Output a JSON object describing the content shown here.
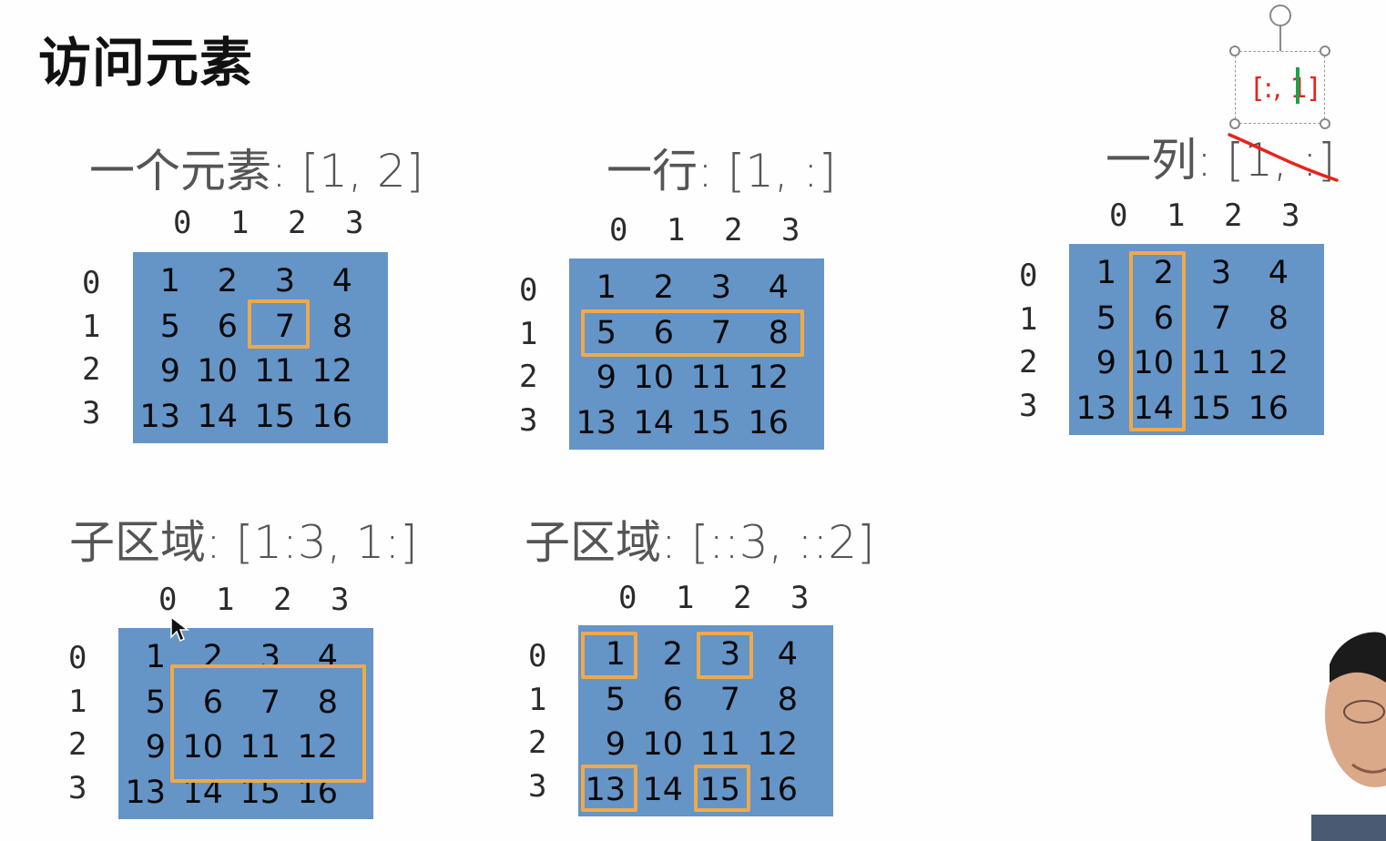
{
  "slide": {
    "title": "访问元素"
  },
  "colors": {
    "grid": "#6594c7",
    "highlight": "#f0a94a",
    "annotation": "#e8231a",
    "caret": "#1aa34a"
  },
  "index_labels": [
    "0",
    "1",
    "2",
    "3"
  ],
  "matrix": [
    [
      "1",
      "2",
      "3",
      "4"
    ],
    [
      "5",
      "6",
      "7",
      "8"
    ],
    [
      "9",
      "10",
      "11",
      "12"
    ],
    [
      "13",
      "14",
      "15",
      "16"
    ]
  ],
  "examples": [
    {
      "label": "一个元素: [1, 2]"
    },
    {
      "label": "一行: [1, :]"
    },
    {
      "label": "一列: [1, :]"
    },
    {
      "label": "子区域: [1:3, 1:]"
    },
    {
      "label": "子区域: [::3, ::2]"
    }
  ],
  "annotation": {
    "textbox_text": "[:, 1]",
    "icon": "red-strikethrough"
  },
  "overlays": {
    "cursor_icon": "mouse-pointer-icon",
    "presenter": "presenter-video-thumbnail"
  }
}
